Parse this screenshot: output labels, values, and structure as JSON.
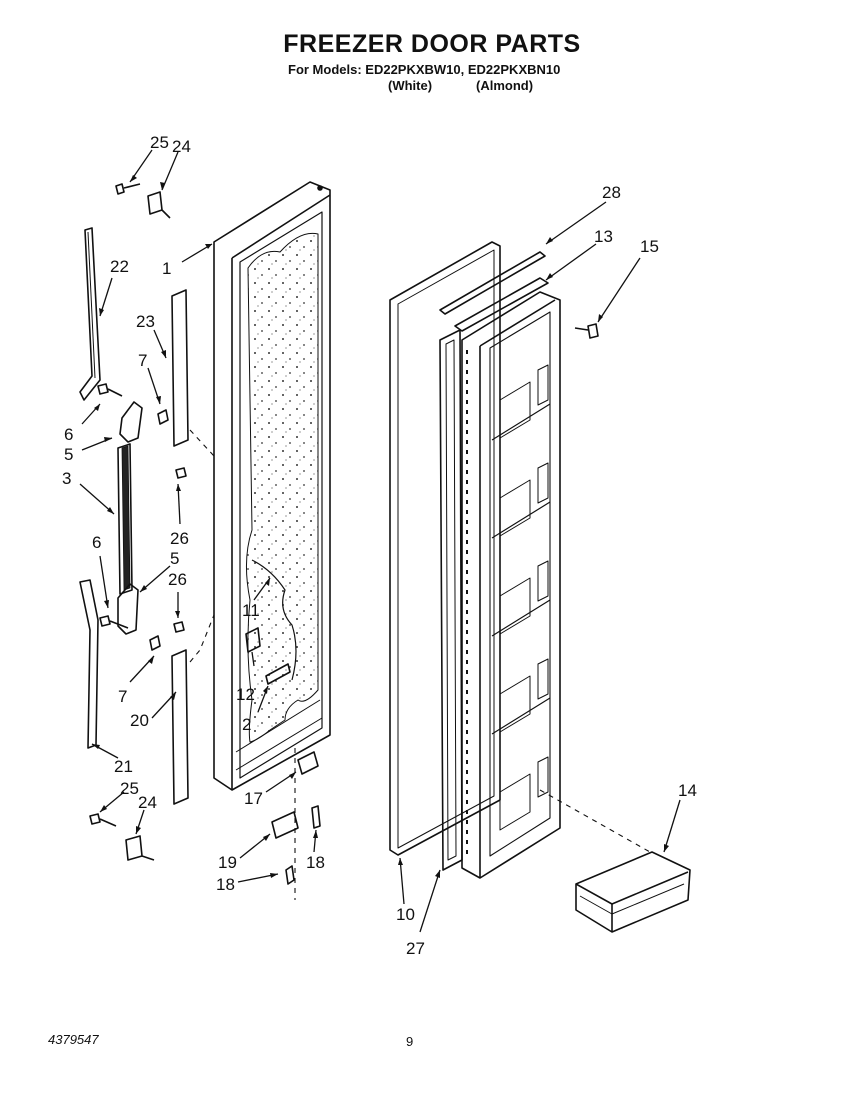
{
  "header": {
    "title": "FREEZER DOOR PARTS",
    "models_line": "For Models: ED22PKXBW10, ED22PKXBN10",
    "variant_white": "(White)",
    "variant_almond": "(Almond)"
  },
  "footer": {
    "doc_number": "4379547",
    "page_number": "9"
  },
  "callouts": [
    {
      "id": "c25a",
      "text": "25"
    },
    {
      "id": "c24a",
      "text": "24"
    },
    {
      "id": "c22",
      "text": "22"
    },
    {
      "id": "c1",
      "text": "1"
    },
    {
      "id": "c23",
      "text": "23"
    },
    {
      "id": "c7a",
      "text": "7"
    },
    {
      "id": "c6a",
      "text": "6"
    },
    {
      "id": "c5a",
      "text": "5"
    },
    {
      "id": "c3",
      "text": "3"
    },
    {
      "id": "c26a",
      "text": "26"
    },
    {
      "id": "c6b",
      "text": "6"
    },
    {
      "id": "c5b",
      "text": "5"
    },
    {
      "id": "c26b",
      "text": "26"
    },
    {
      "id": "c11",
      "text": "11"
    },
    {
      "id": "c12",
      "text": "12"
    },
    {
      "id": "c2",
      "text": "2"
    },
    {
      "id": "c7b",
      "text": "7"
    },
    {
      "id": "c20",
      "text": "20"
    },
    {
      "id": "c21",
      "text": "21"
    },
    {
      "id": "c25b",
      "text": "25"
    },
    {
      "id": "c24b",
      "text": "24"
    },
    {
      "id": "c17",
      "text": "17"
    },
    {
      "id": "c19",
      "text": "19"
    },
    {
      "id": "c18a",
      "text": "18"
    },
    {
      "id": "c18b",
      "text": "18"
    },
    {
      "id": "c28",
      "text": "28"
    },
    {
      "id": "c13",
      "text": "13"
    },
    {
      "id": "c15",
      "text": "15"
    },
    {
      "id": "c10",
      "text": "10"
    },
    {
      "id": "c27",
      "text": "27"
    },
    {
      "id": "c14",
      "text": "14"
    }
  ]
}
